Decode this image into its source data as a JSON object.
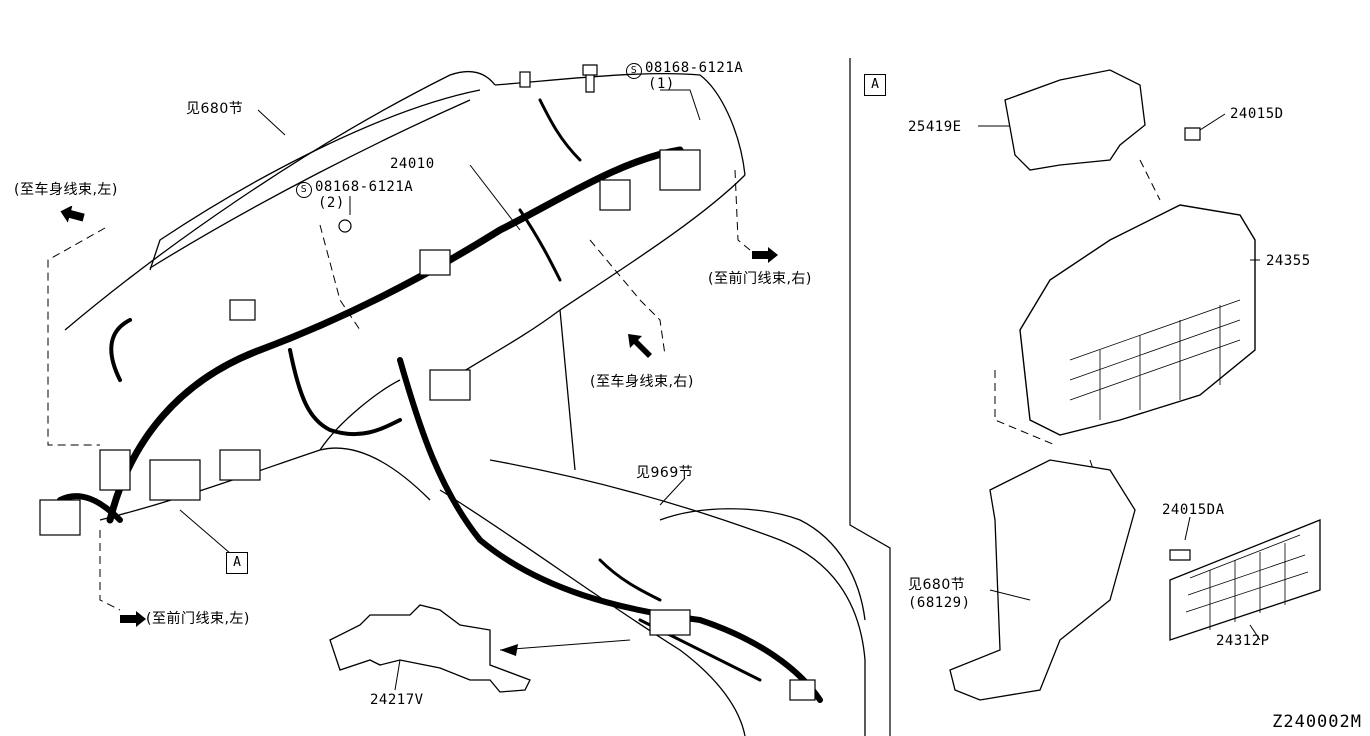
{
  "diagram_code": "Z240002M",
  "section_marker": "A",
  "callouts": {
    "see_680_top": "见680节",
    "to_body_harness_left": "(至车身线束,左)",
    "bolt_1_code": "08168-6121A",
    "bolt_1_qty": "(1)",
    "bolt_2_code": "08168-6121A",
    "bolt_2_qty": "(2)",
    "harness_main": "24010",
    "to_front_door_right": "(至前门线束,右)",
    "to_body_harness_right": "(至车身线束,右)",
    "see_969": "见969节",
    "to_front_door_left": "(至前门线束,左)",
    "bracket_24217v": "24217V",
    "marker_a_left": "A"
  },
  "detail_a": {
    "marker": "A",
    "bracket_25419e": "25419E",
    "screw_24015d": "24015D",
    "fuse_block_24355": "24355",
    "screw_24015da": "24015DA",
    "see_680_detail": "见680节",
    "part_68129": "(68129)",
    "label_24312p": "24312P"
  },
  "symbols": {
    "service_part_symbol": "S"
  },
  "icons": {
    "arrow_left": "arrow-left-icon",
    "arrow_right": "arrow-right-icon",
    "arrow_upleft": "arrow-upleft-icon"
  }
}
